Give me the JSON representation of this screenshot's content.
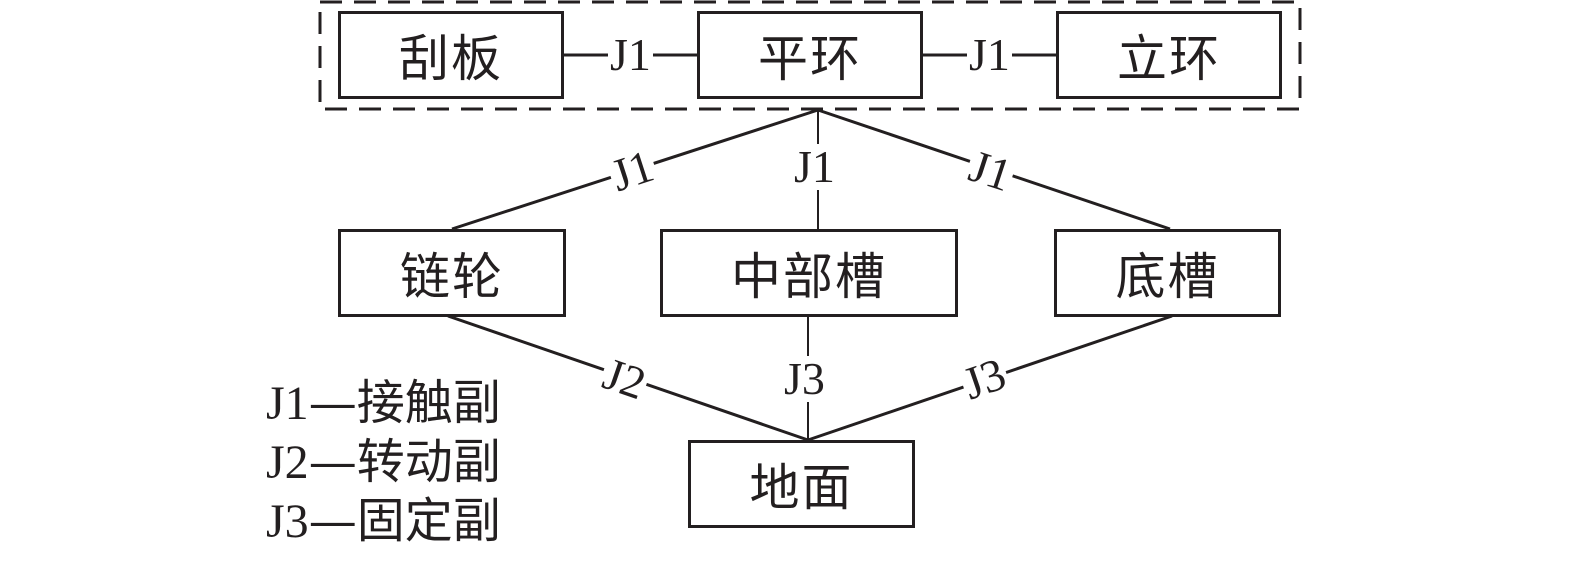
{
  "diagram": {
    "group_label": "",
    "nodes": {
      "scraper": "刮板",
      "flat_ring": "平环",
      "vertical_ring": "立环",
      "sprocket": "链轮",
      "middle_trough": "中部槽",
      "bottom_trough": "底槽",
      "ground": "地面"
    },
    "edges": [
      {
        "from": "scraper",
        "to": "flat_ring",
        "label": "J1"
      },
      {
        "from": "flat_ring",
        "to": "vertical_ring",
        "label": "J1"
      },
      {
        "from": "chain_group",
        "to": "sprocket",
        "label": "J1"
      },
      {
        "from": "chain_group",
        "to": "middle_trough",
        "label": "J1"
      },
      {
        "from": "chain_group",
        "to": "bottom_trough",
        "label": "J1"
      },
      {
        "from": "sprocket",
        "to": "ground",
        "label": "J2"
      },
      {
        "from": "middle_trough",
        "to": "ground",
        "label": "J3"
      },
      {
        "from": "bottom_trough",
        "to": "ground",
        "label": "J3"
      }
    ],
    "legend": [
      {
        "code": "J1",
        "sep": "—",
        "meaning": "接触副"
      },
      {
        "code": "J2",
        "sep": "—",
        "meaning": "转动副"
      },
      {
        "code": "J3",
        "sep": "—",
        "meaning": "固定副"
      }
    ]
  }
}
